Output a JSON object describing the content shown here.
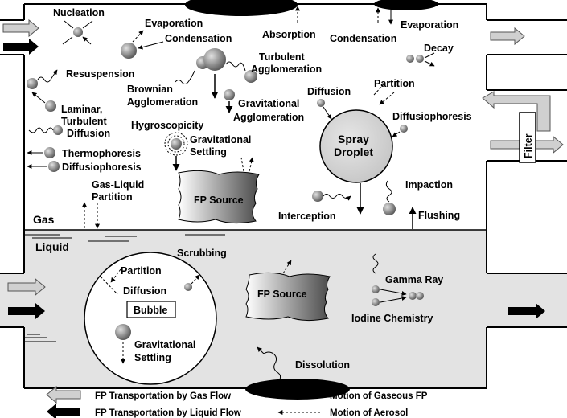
{
  "colors": {
    "liquid_fill": "#e3e3e3",
    "gas_fill": "#ffffff",
    "particle_dark": "#6a6a6a",
    "particle_light": "#d8d8d8",
    "black": "#000000",
    "gray_arrow": "#d0d0d0"
  },
  "regions": {
    "gas": "Gas",
    "liquid": "Liquid"
  },
  "gas_phase": {
    "nucleation": "Nucleation",
    "evaporation_left": "Evaporation",
    "condensation_left": "Condensation",
    "absorption": "Absorption",
    "condensation_right": "Condensation",
    "evaporation_right": "Evaporation",
    "decay": "Decay",
    "turbulent_agglomeration_1": "Turbulent",
    "turbulent_agglomeration_2": "Agglomeration",
    "resuspension": "Resuspension",
    "brownian_agglomeration_1": "Brownian",
    "brownian_agglomeration_2": "Agglomeration",
    "laminar_diffusion_1": "Laminar,",
    "laminar_diffusion_2": "Turbulent",
    "laminar_diffusion_3": "Diffusion",
    "gravitational_agglomeration_1": "Gravitational",
    "gravitational_agglomeration_2": "Agglomeration",
    "hygroscopicity": "Hygroscopicity",
    "gravitational_settling_1": "Gravitational",
    "gravitational_settling_2": "Settling",
    "thermophoresis": "Thermophoresis",
    "diffusiophoresis_left": "Diffusiophoresis",
    "gas_liquid_partition_1": "Gas-Liquid",
    "gas_liquid_partition_2": "Partition",
    "fp_source": "FP Source",
    "interception": "Interception",
    "impaction": "Impaction",
    "flushing": "Flushing"
  },
  "spray": {
    "diffusion": "Diffusion",
    "partition": "Partition",
    "diffusiophoresis": "Diffusiophoresis",
    "droplet_1": "Spray",
    "droplet_2": "Droplet"
  },
  "filter": "Filter",
  "liquid_phase": {
    "scrubbing": "Scrubbing",
    "partition": "Partition",
    "diffusion": "Diffusion",
    "bubble": "Bubble",
    "gravitational_settling_1": "Gravitational",
    "gravitational_settling_2": "Settling",
    "fp_source": "FP Source",
    "gamma_ray": "Gamma Ray",
    "iodine_chemistry": "Iodine Chemistry",
    "dissolution": "Dissolution"
  },
  "legend": {
    "gas_flow": "FP Transportation by Gas Flow",
    "liquid_flow": "FP Transportation by Liquid Flow",
    "gaseous_fp": "Motion of Gaseous FP",
    "aerosol": "Motion of Aerosol"
  }
}
